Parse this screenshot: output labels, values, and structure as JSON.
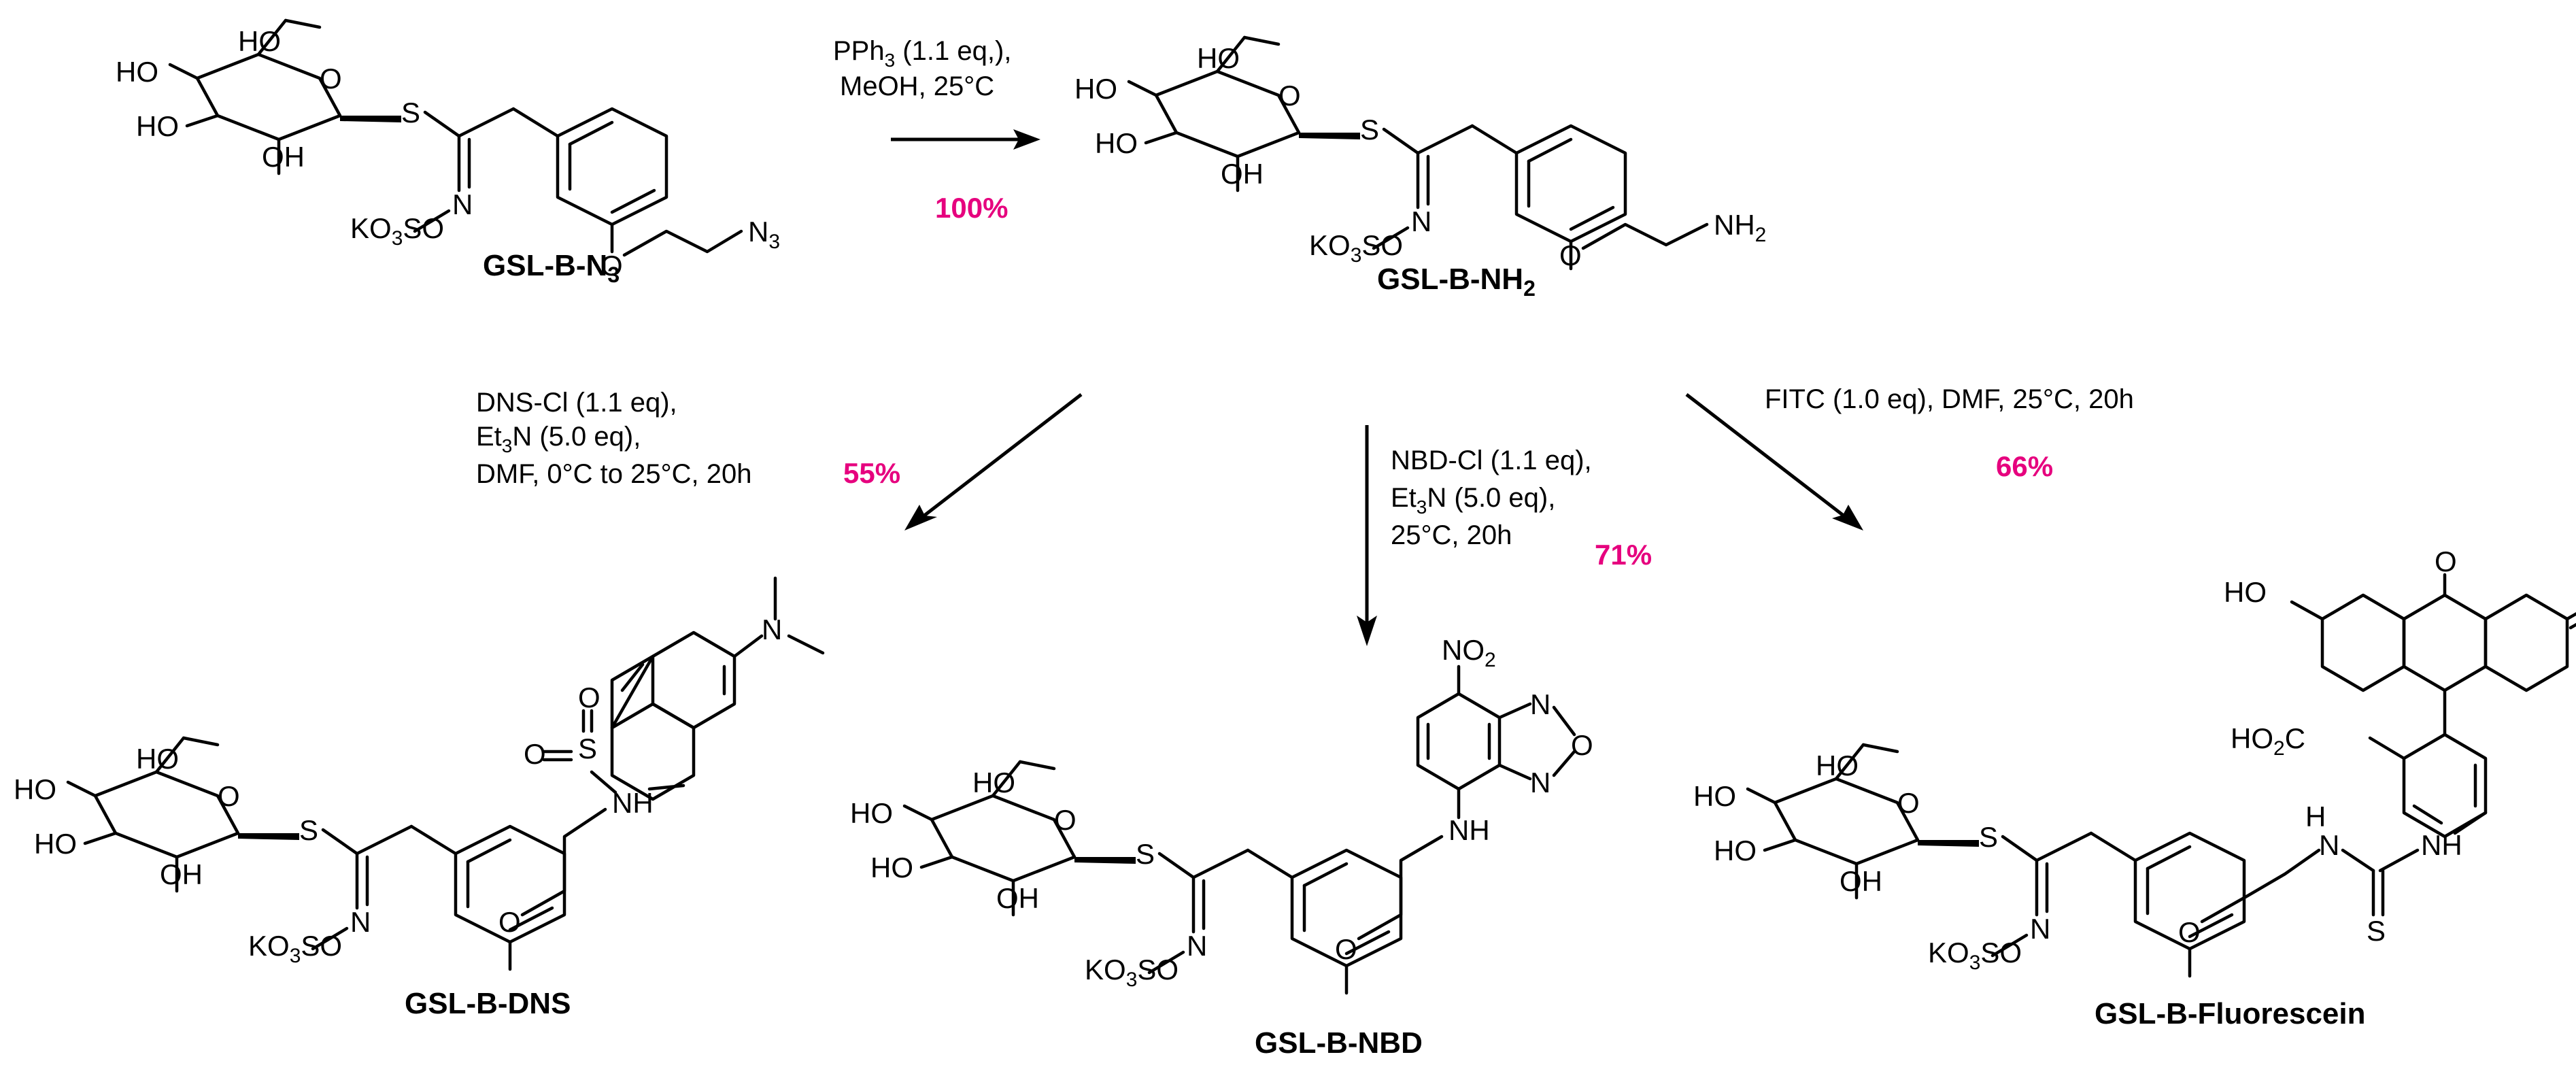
{
  "compounds": {
    "azide": {
      "label": "GSL-B-N",
      "sub": "3",
      "terminal_group": "N",
      "terminal_sub": "3"
    },
    "amine": {
      "label": "GSL-B-NH",
      "sub": "2",
      "terminal_group": "NH",
      "terminal_sub": "2"
    },
    "dns": {
      "label": "GSL-B-DNS"
    },
    "nbd": {
      "label": "GSL-B-NBD"
    },
    "fluorescein": {
      "label": "GSL-B-Fluorescein"
    }
  },
  "common_atoms": {
    "ho": "HO",
    "oh": "OH",
    "ring_o": "O",
    "s": "S",
    "n": "N",
    "ko3so_a": "KO",
    "ko3so_sub": "3",
    "ko3so_b": "SO",
    "o": "O"
  },
  "dns_atoms": {
    "nh": "NH",
    "s": "S",
    "o": "O",
    "n": "N"
  },
  "nbd_atoms": {
    "nh": "NH",
    "no2": "NO",
    "no2_sub": "2",
    "n": "N",
    "o": "O"
  },
  "fl_atoms": {
    "ho": "HO",
    "o": "O",
    "co2h": "HO",
    "co2h_sub": "2",
    "co2h_c": "C",
    "nh": "H",
    "nh_n": "N",
    "s": "S",
    "nh2": "NH"
  },
  "reactions": {
    "step1": {
      "line1_a": "PPh",
      "line1_sub": "3",
      "line1_b": " (1.1 eq,),",
      "line2": "MeOH, 25°C",
      "yield": "100%"
    },
    "dns": {
      "line1": "DNS-Cl (1.1 eq),",
      "line2_a": "Et",
      "line2_sub": "3",
      "line2_b": "N (5.0 eq),",
      "line3": "DMF,  0°C to 25°C, 20h",
      "yield": "55%"
    },
    "nbd": {
      "line1": "NBD-Cl (1.1 eq),",
      "line2_a": "Et",
      "line2_sub": "3",
      "line2_b": "N (5.0 eq),",
      "line3": " 25°C, 20h",
      "yield": "71%"
    },
    "fitc": {
      "line1": "FITC (1.0 eq), DMF,  25°C, 20h",
      "yield": "66%"
    }
  }
}
